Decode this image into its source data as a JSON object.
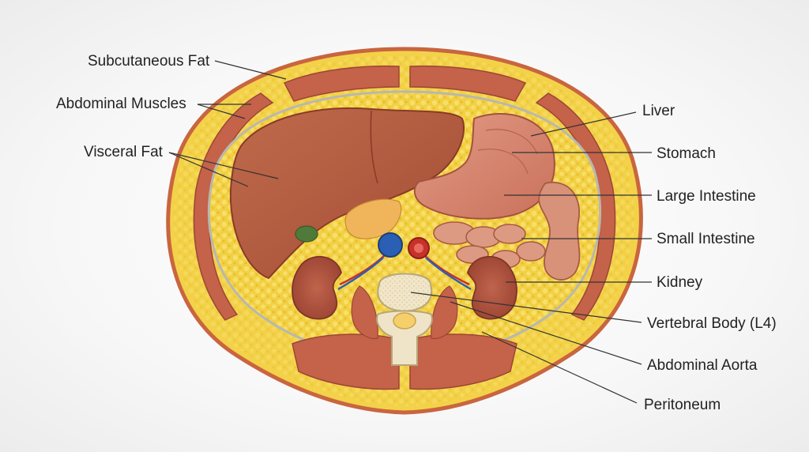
{
  "labels": {
    "subcutaneous_fat": "Subcutaneous Fat",
    "abdominal_muscles": "Abdominal Muscles",
    "visceral_fat": "Visceral Fat",
    "liver": "Liver",
    "stomach": "Stomach",
    "large_intestine": "Large Intestine",
    "small_intestine": "Small Intestine",
    "kidney": "Kidney",
    "vertebral_body": "Vertebral Body (L4)",
    "abdominal_aorta": "Abdominal Aorta",
    "peritoneum": "Peritoneum"
  },
  "colors": {
    "skin_outline": "#c9653f",
    "subcutaneous_fat": "#f3d24a",
    "muscle": "#c4624a",
    "visceral_fat": "#f1cf3f",
    "liver": "#b45a40",
    "stomach": "#d98873",
    "intestine": "#d9927a",
    "kidney": "#a94e3a",
    "bone": "#efe4c8",
    "aorta": "#c8302a",
    "vena_cava": "#2a5fb3",
    "gallbladder": "#4f7a3a",
    "pancreas": "#f0b45a"
  }
}
